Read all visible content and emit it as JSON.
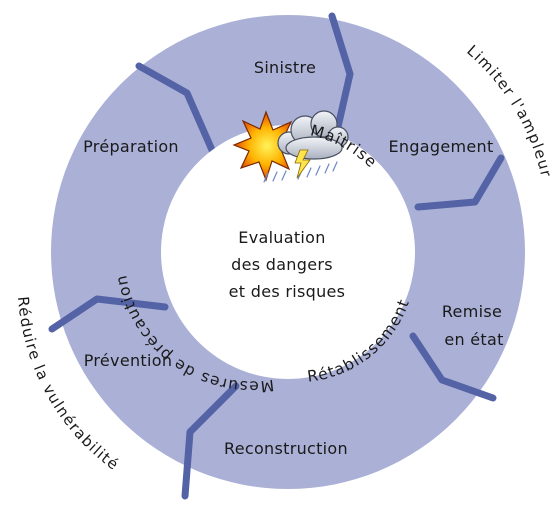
{
  "center": {
    "line1": "Evaluation",
    "line2": "des dangers",
    "line3": "et des risques"
  },
  "segments": {
    "sinistre": "Sinistre",
    "engagement": "Engagement",
    "remise_line1": "Remise",
    "remise_line2": "en état",
    "reconstruction": "Reconstruction",
    "prevention": "Prévention",
    "preparation": "Préparation"
  },
  "phases": {
    "maitrise": "Maîtrise",
    "retablissement": "Rétablissement",
    "mesures": "Mesures de précaution"
  },
  "outer": {
    "limiter": "Limiter l'ampleur",
    "reduire": "Réduire la vulnérabilité"
  },
  "colors": {
    "ring": "#aab0d6",
    "divider": "#5462a6",
    "center": "#ffffff"
  },
  "icons": [
    "storm-icon"
  ]
}
